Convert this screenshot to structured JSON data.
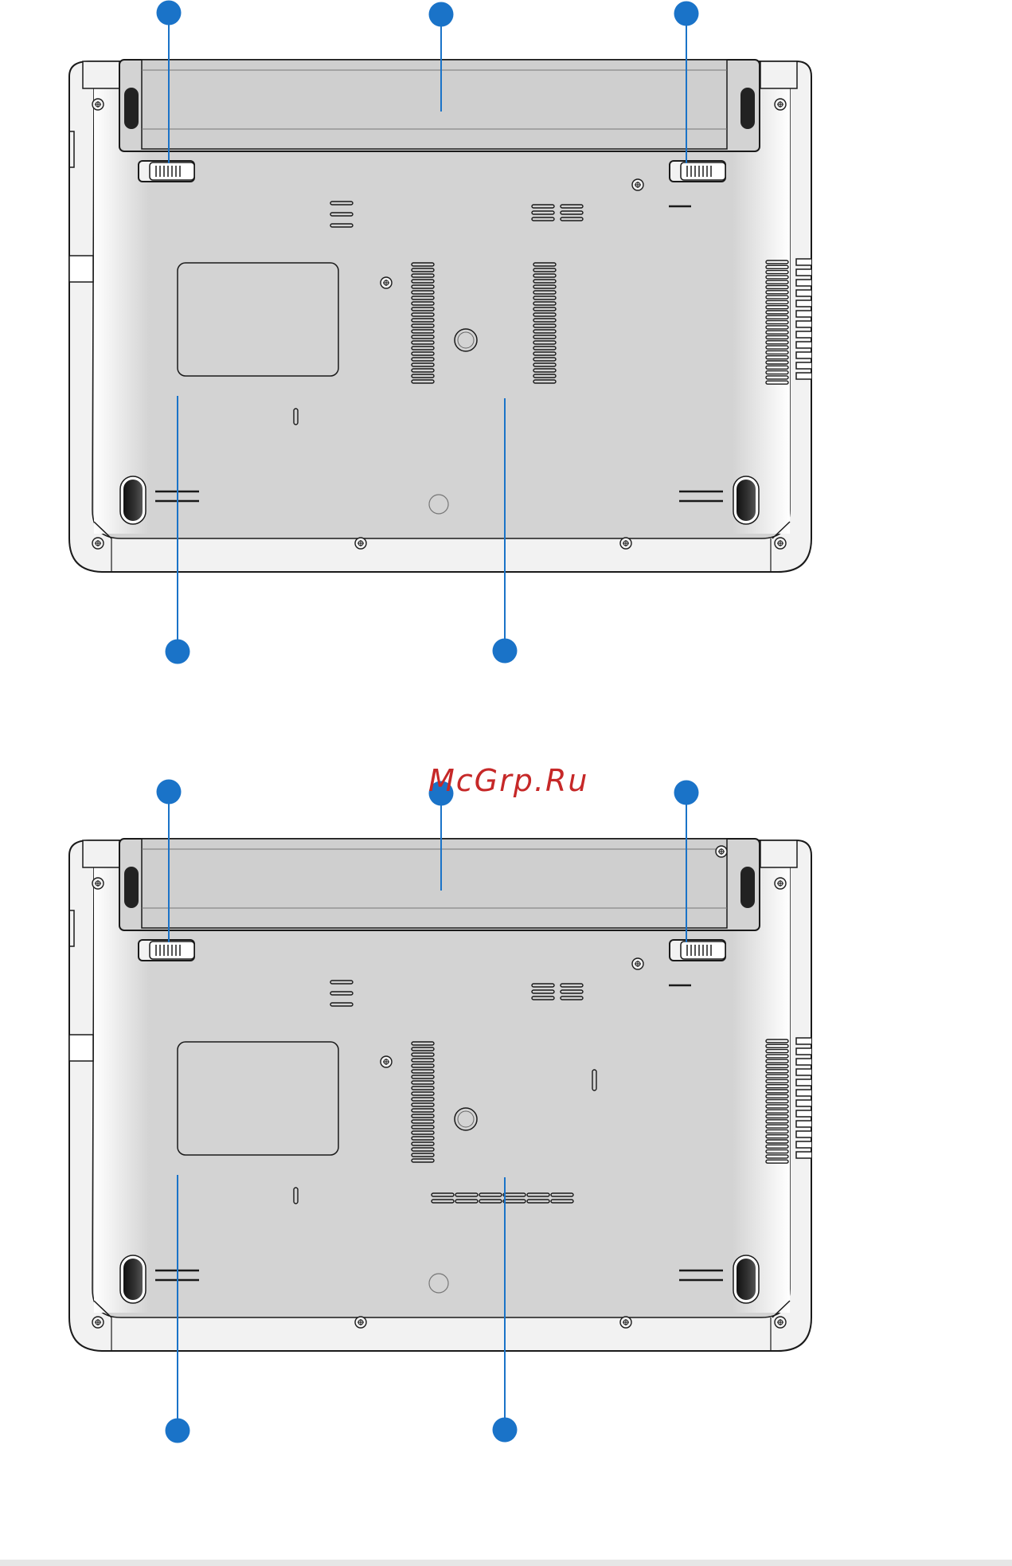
{
  "watermark": {
    "text": "McGrp.Ru",
    "color": "#c62828"
  },
  "colors": {
    "callout": "#1a73c8",
    "outline": "#1a1a1a",
    "body_fill": "#d3d3d3",
    "edge_fill": "#f2f2f2",
    "background": "#ffffff"
  },
  "figures": [
    {
      "id": "bottom-view-1",
      "variant": "standard",
      "callouts": 5,
      "extra_screw": false
    },
    {
      "id": "bottom-view-2",
      "variant": "with-extra-vents",
      "callouts": 5,
      "extra_screw": true
    }
  ],
  "icons": [
    "callout-dot-icon",
    "screw-icon",
    "battery-lock-icon",
    "rubber-foot-icon",
    "vent-icon"
  ]
}
